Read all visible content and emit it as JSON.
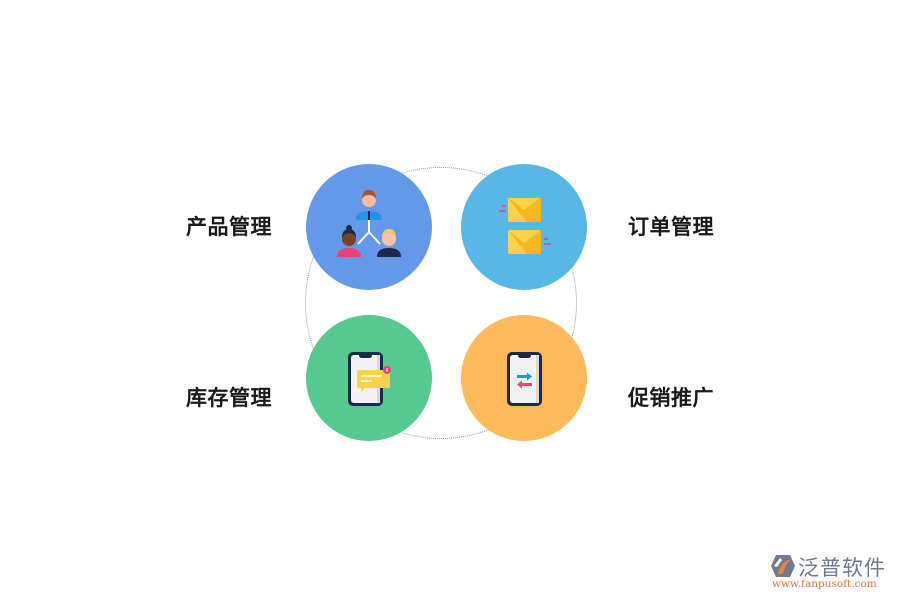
{
  "diagram": {
    "nodes": [
      {
        "id": "product",
        "label": "产品管理",
        "color": "#6499e9",
        "icon": "people-hierarchy-icon"
      },
      {
        "id": "order",
        "label": "订单管理",
        "color": "#58b7e6",
        "icon": "envelopes-icon"
      },
      {
        "id": "inventory",
        "label": "库存管理",
        "color": "#56c991",
        "icon": "phone-message-icon"
      },
      {
        "id": "promotion",
        "label": "促销推广",
        "color": "#fdb95a",
        "icon": "phone-transfer-icon"
      }
    ],
    "connector": "dotted-circle"
  },
  "watermark": {
    "brand": "泛普软件",
    "url": "www.fanpusoft.com"
  }
}
